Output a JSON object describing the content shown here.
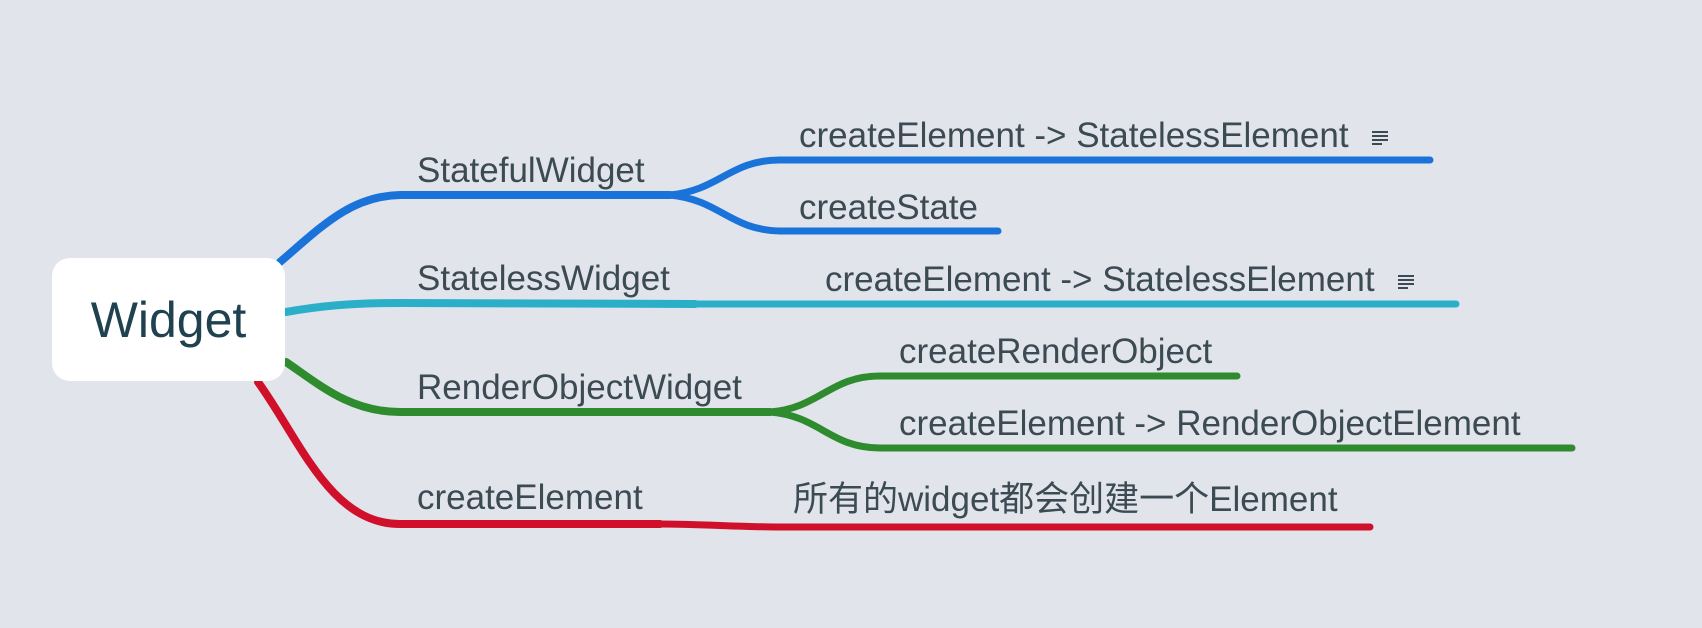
{
  "root": {
    "label": "Widget"
  },
  "colors": {
    "background": "#e1e5eb",
    "blue": "#1a73d9",
    "cyan": "#2bafc9",
    "green": "#2e8b2e",
    "red": "#d0102a",
    "text": "#3c4a53",
    "root_text": "#1f4150"
  },
  "branches": {
    "stateful": {
      "label": "StatefulWidget",
      "color": "blue",
      "children": [
        {
          "label": "createElement -> StatelessElement",
          "has_note": true,
          "note_icon": "note-icon"
        },
        {
          "label": "createState"
        }
      ]
    },
    "stateless": {
      "label": "StatelessWidget",
      "color": "cyan",
      "children": [
        {
          "label": "createElement -> StatelessElement",
          "has_note": true,
          "note_icon": "note-icon"
        }
      ]
    },
    "render": {
      "label": "RenderObjectWidget",
      "color": "green",
      "children": [
        {
          "label": "createRenderObject"
        },
        {
          "label": "createElement -> RenderObjectElement"
        }
      ]
    },
    "create": {
      "label": "createElement",
      "color": "red",
      "children": [
        {
          "label": "所有的widget都会创建一个Element"
        }
      ]
    }
  }
}
